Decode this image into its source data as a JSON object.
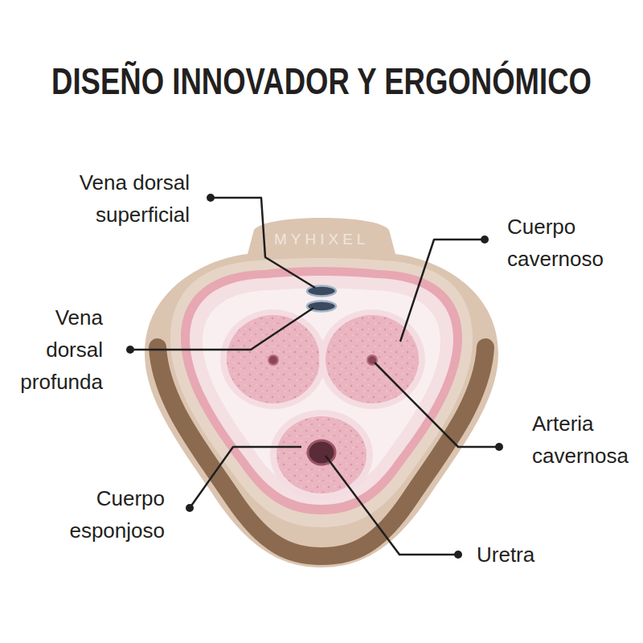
{
  "diagram": {
    "title": "DISEÑO INNOVADOR Y ERGONÓMICO",
    "labels": [
      "Vena dorsal superficial",
      "MYHIXEL",
      "Cuerpo cavernoso",
      "Vena dorsal profunda",
      "Arteria cavernosa",
      "Cuerpo esponjoso",
      "Uretra"
    ]
  }
}
